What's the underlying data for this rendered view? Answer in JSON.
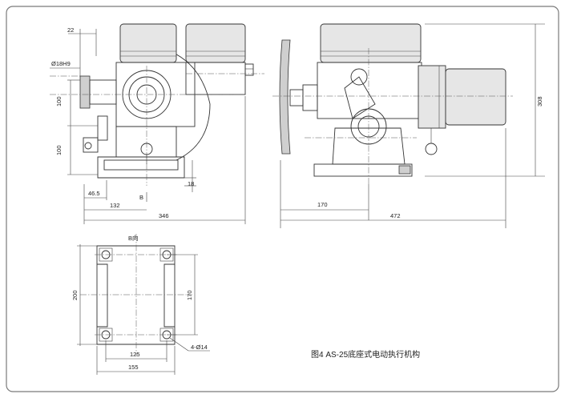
{
  "drawing": {
    "caption": "图4   AS-25底座式电动执行机构",
    "front_view": {
      "dim_22": "22",
      "dim_shaft_dia": "Ø18H9",
      "dim_100_upper": "100",
      "dim_100_lower": "100",
      "dim_46_5": "46.5",
      "dim_132": "132",
      "dim_346": "346",
      "dim_18": "18",
      "view_marker": "B"
    },
    "side_view": {
      "dim_308": "308",
      "dim_170": "170",
      "dim_472": "472"
    },
    "base_view": {
      "title": "B向",
      "dim_200": "200",
      "dim_170": "170",
      "dim_125": "125",
      "dim_155": "155",
      "dim_holes": "4-Ø14"
    }
  }
}
